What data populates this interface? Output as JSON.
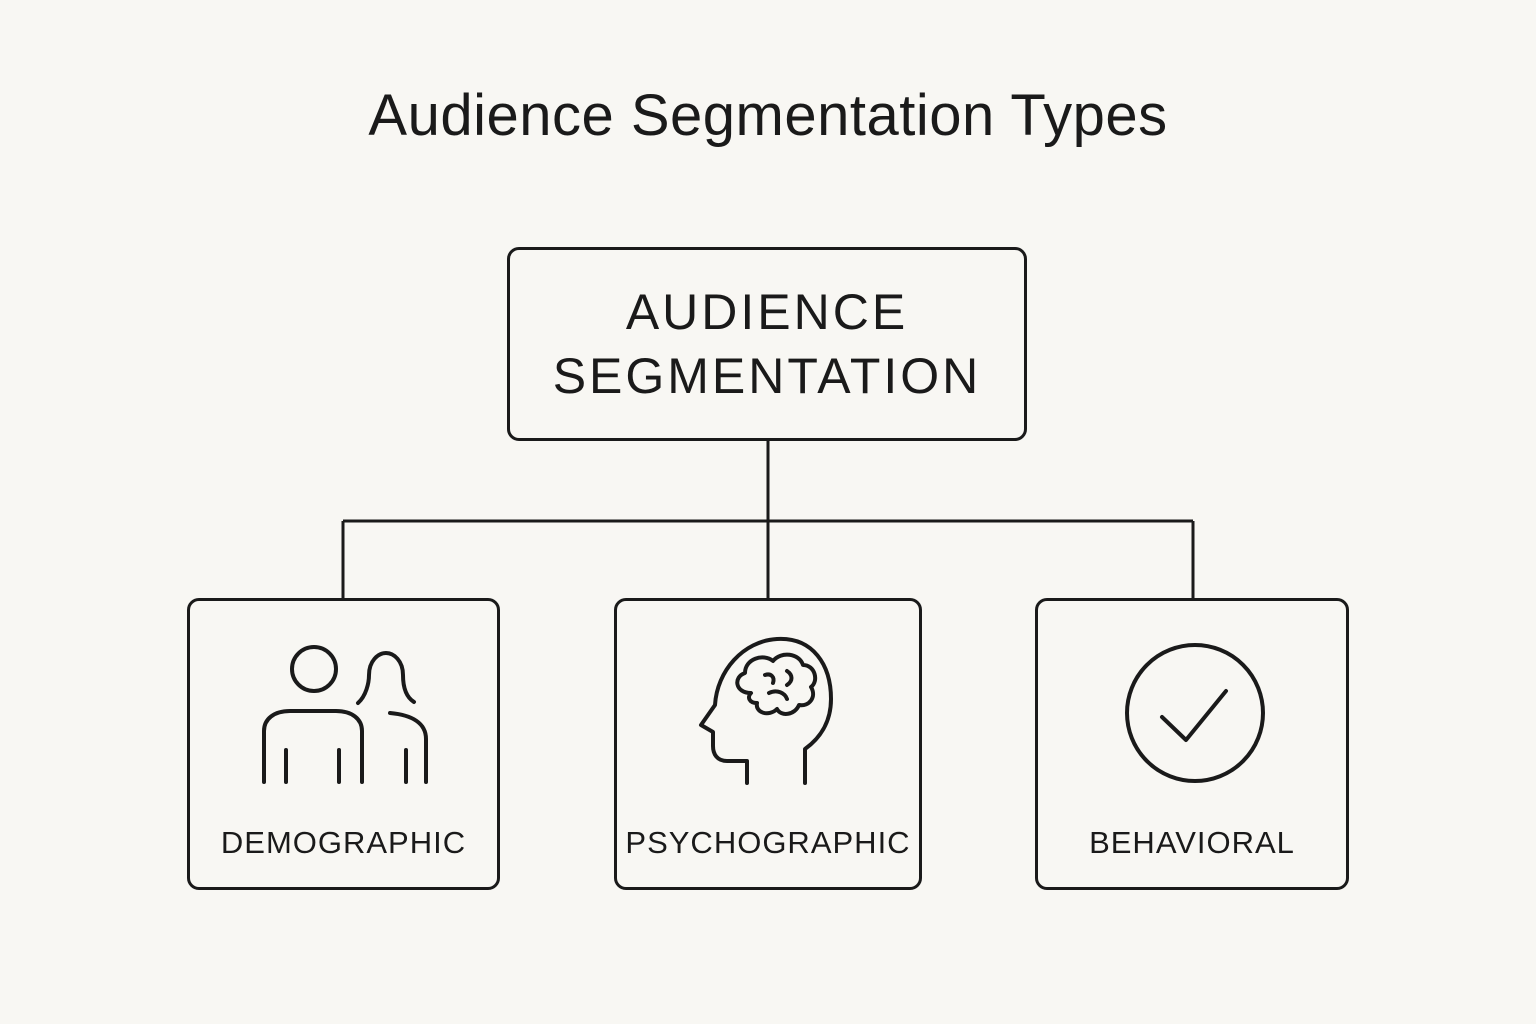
{
  "title": "Audience Segmentation Types",
  "root": {
    "line1": "AUDIENCE",
    "line2": "SEGMENTATION"
  },
  "children": [
    {
      "label": "DEMOGRAPHIC",
      "icon": "people-icon"
    },
    {
      "label": "PSYCHOGRAPHIC",
      "icon": "head-brain-icon"
    },
    {
      "label": "BEHAVIORAL",
      "icon": "check-circle-icon"
    }
  ],
  "colors": {
    "background": "#f8f7f3",
    "stroke": "#1a1a1a"
  }
}
